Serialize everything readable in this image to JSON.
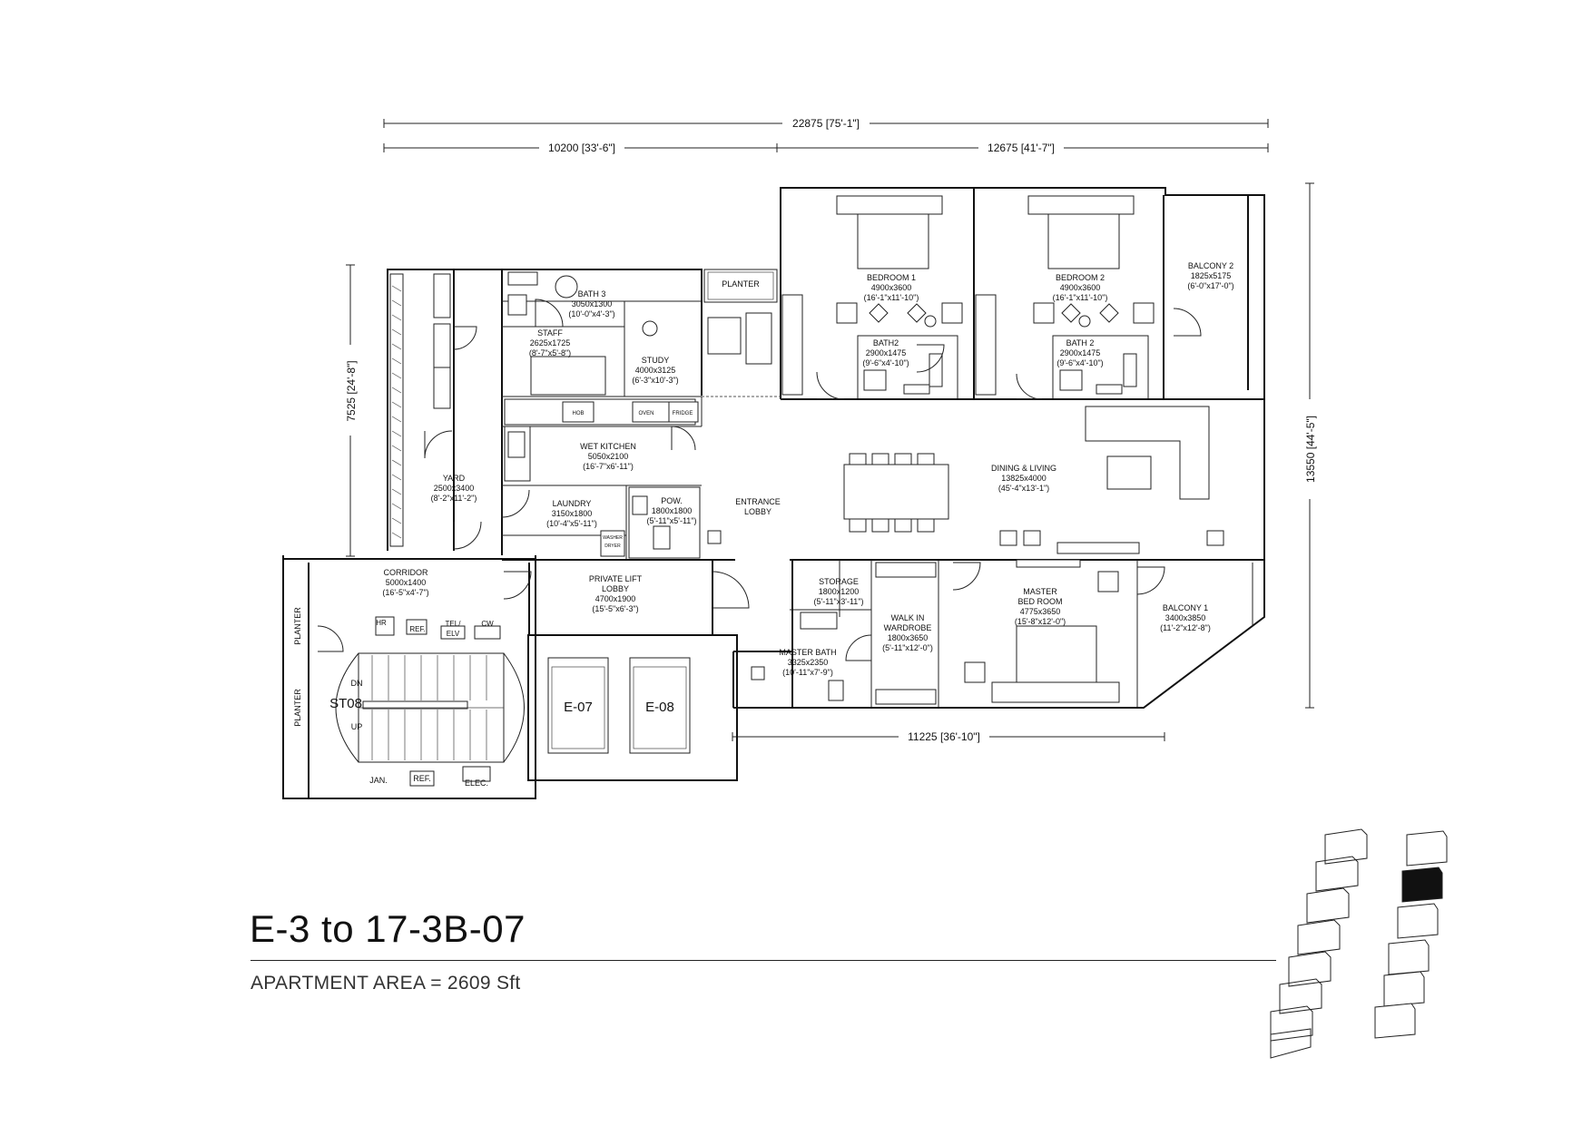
{
  "title": "E-3 to 17-3B-07",
  "area": "APARTMENT AREA = 2609 Sft",
  "dims": {
    "total": "22875 [75'-1\"]",
    "left": "10200 [33'-6\"]",
    "right": "12675 [41'-7\"]",
    "height_left": "7525 [24'-8\"]",
    "height_right": "13550 [44'-5\"]",
    "bottom": "11225 [36'-10\"]"
  },
  "rooms": [
    {
      "name": "BEDROOM 1",
      "size": "4900x3600",
      "imp": "(16'-1\"x11'-10\")"
    },
    {
      "name": "BEDROOM 2",
      "size": "4900x3600",
      "imp": "(16'-1\"x11'-10\")"
    },
    {
      "name": "BALCONY 2",
      "size": "1825x5175",
      "imp": "(6'-0\"x17'-0\")"
    },
    {
      "name": "BATH 3",
      "size": "3050x1300",
      "imp": "(10'-0\"x4'-3\")"
    },
    {
      "name": "STAFF",
      "size": "2625x1725",
      "imp": "(8'-7\"x5'-8\")"
    },
    {
      "name": "STUDY",
      "size": "4000x3125",
      "imp": "(6'-3\"x10'-3\")"
    },
    {
      "name": "BATH2",
      "size": "2900x1475",
      "imp": "(9'-6\"x4'-10\")"
    },
    {
      "name": "BATH 2",
      "size": "2900x1475",
      "imp": "(9'-6\"x4'-10\")"
    },
    {
      "name": "WET KITCHEN",
      "size": "5050x2100",
      "imp": "(16'-7\"x6'-11\")"
    },
    {
      "name": "YARD",
      "size": "2500x3400",
      "imp": "(8'-2\"x11'-2\")"
    },
    {
      "name": "LAUNDRY",
      "size": "3150x1800",
      "imp": "(10'-4\"x5'-11\")"
    },
    {
      "name": "POW.",
      "size": "1800x1800",
      "imp": "(5'-11\"x5'-11\")"
    },
    {
      "name": "DINING & LIVING",
      "size": "13825x4000",
      "imp": "(45'-4\"x13'-1\")"
    },
    {
      "name": "CORRIDOR",
      "size": "5000x1400",
      "imp": "(16'-5\"x4'-7\")"
    },
    {
      "name": "PRIVATE LIFT LOBBY",
      "size": "4700x1900",
      "imp": "(15'-5\"x6'-3\")"
    },
    {
      "name": "STORAGE",
      "size": "1800x1200",
      "imp": "(5'-11\"x3'-11\")"
    },
    {
      "name": "MASTER BED ROOM",
      "size": "4775x3650",
      "imp": "(15'-8\"x12'-0\")"
    },
    {
      "name": "BALCONY 1",
      "size": "3400x3850",
      "imp": "(11'-2\"x12'-8\")"
    },
    {
      "name": "WALK IN WARDROBE",
      "size": "1800x3650",
      "imp": "(5'-11\"x12'-0\")"
    },
    {
      "name": "MASTER BATH",
      "size": "3325x2350",
      "imp": "(10'-11\"x7'-9\")"
    }
  ],
  "labels": {
    "planter_top": "PLANTER",
    "entrance": "ENTRANCE",
    "lobby": "LOBBY",
    "oven": "OVEN",
    "fridge": "FRIDGE",
    "hob": "HOB",
    "washer": "WASHER",
    "dryer": "DRYER",
    "planter_left_1": "PLANTER",
    "planter_left_2": "PLANTER",
    "hr": "HR",
    "ref_1": "REF.",
    "tel": "TEL/",
    "elv": "ELV",
    "cw": "CW",
    "dn": "DN",
    "stair": "ST08",
    "up": "UP",
    "jan": "JAN.",
    "ref_2": "REF.",
    "elec": "ELEC.",
    "lift_1": "E-07",
    "lift_2": "E-08",
    "master_bed_1": "MASTER",
    "master_bed_2": "BED ROOM",
    "wardrobe_1": "WALK IN",
    "wardrobe_2": "WARDROBE",
    "private_lift_1": "PRIVATE LIFT",
    "private_lift_2": "LOBBY"
  }
}
